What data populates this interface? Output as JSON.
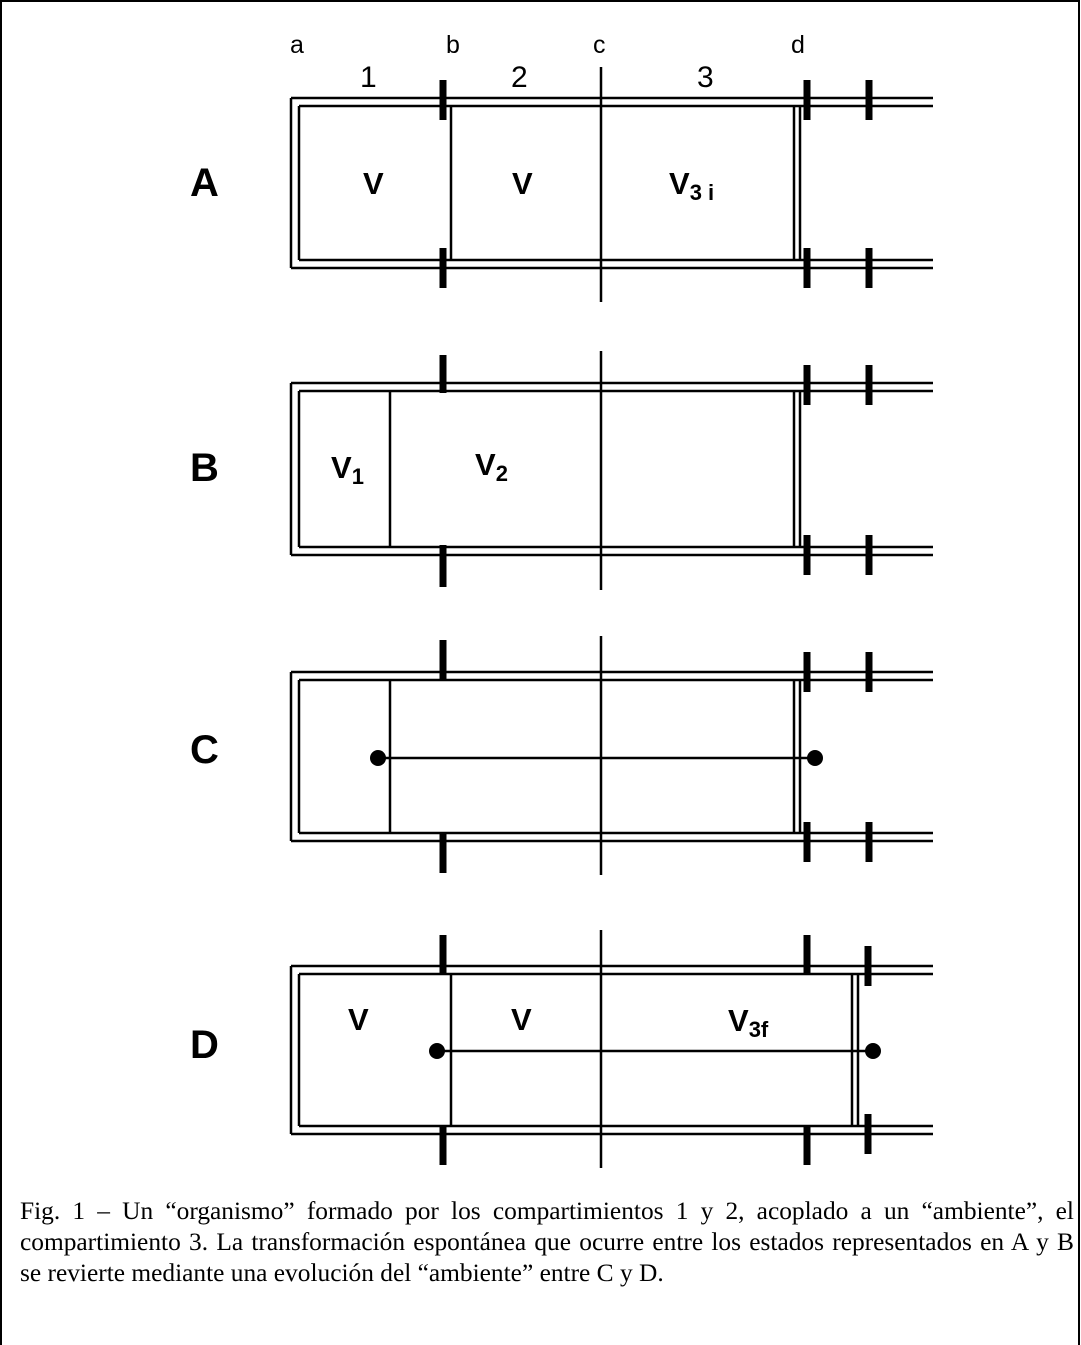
{
  "column_letters": [
    "a",
    "b",
    "c",
    "d"
  ],
  "compartment_numbers": [
    "1",
    "2",
    "3"
  ],
  "panels": [
    {
      "id": "A",
      "texts": [
        {
          "main": "V",
          "sub": ""
        },
        {
          "main": "V",
          "sub": ""
        },
        {
          "main": "V",
          "sub": "3 i"
        }
      ]
    },
    {
      "id": "B",
      "texts": [
        {
          "main": "V",
          "sub": "1"
        },
        {
          "main": "V",
          "sub": "2"
        }
      ]
    },
    {
      "id": "C",
      "texts": []
    },
    {
      "id": "D",
      "texts": [
        {
          "main": "V",
          "sub": ""
        },
        {
          "main": "V",
          "sub": ""
        },
        {
          "main": "V",
          "sub": "3f"
        }
      ]
    }
  ],
  "caption": "Fig. 1 – Un “organismo” formado por los compartimientos 1 y 2, acoplado a un “ambiente”, el compartimiento 3. La transformación espontánea que ocurre entre los estados representados en A y B se revierte mediante una evolución del “ambiente” entre C y D."
}
